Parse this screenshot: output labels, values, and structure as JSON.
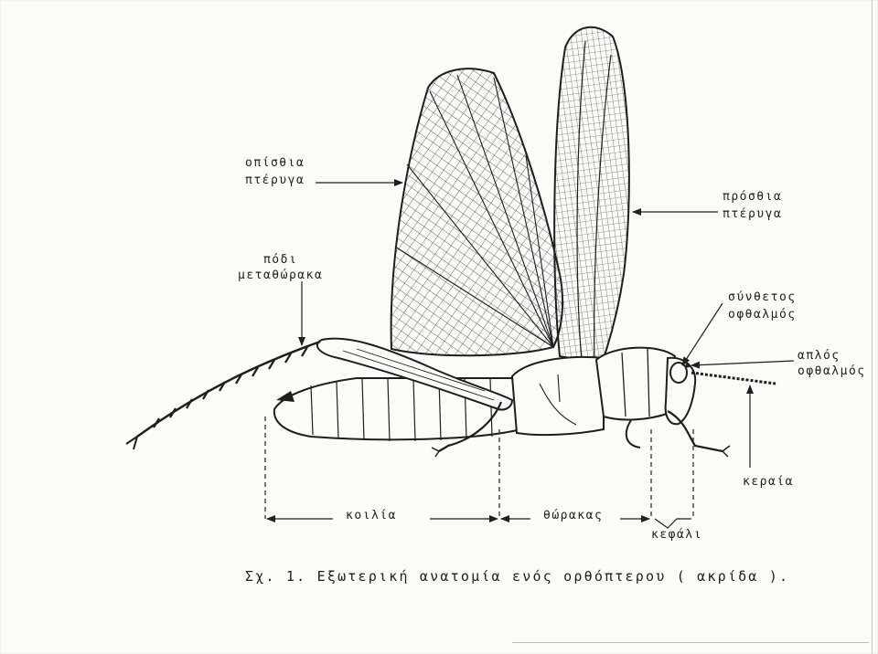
{
  "labels": {
    "hind_wing": [
      "οπίσθια",
      "πτέρυγα"
    ],
    "fore_wing": [
      "πρόσθια",
      "πτέρυγα"
    ],
    "metathoracic_leg": [
      "πόδι",
      "μεταθώρακα"
    ],
    "compound_eye": [
      "σύνθετος",
      "οφθαλμός"
    ],
    "simple_eye": [
      "απλός",
      "οφθαλμός"
    ],
    "antenna": "κεραία",
    "abdomen": "κοιλία",
    "thorax": "θώρακας",
    "head": "κεφάλι"
  },
  "caption": "Σχ. 1. Εξωτερική ανατομία ενός ορθόπτερου ( ακρίδα ).",
  "colors": {
    "ink": "#1e1e1e",
    "paper": "#fbfbf8"
  }
}
